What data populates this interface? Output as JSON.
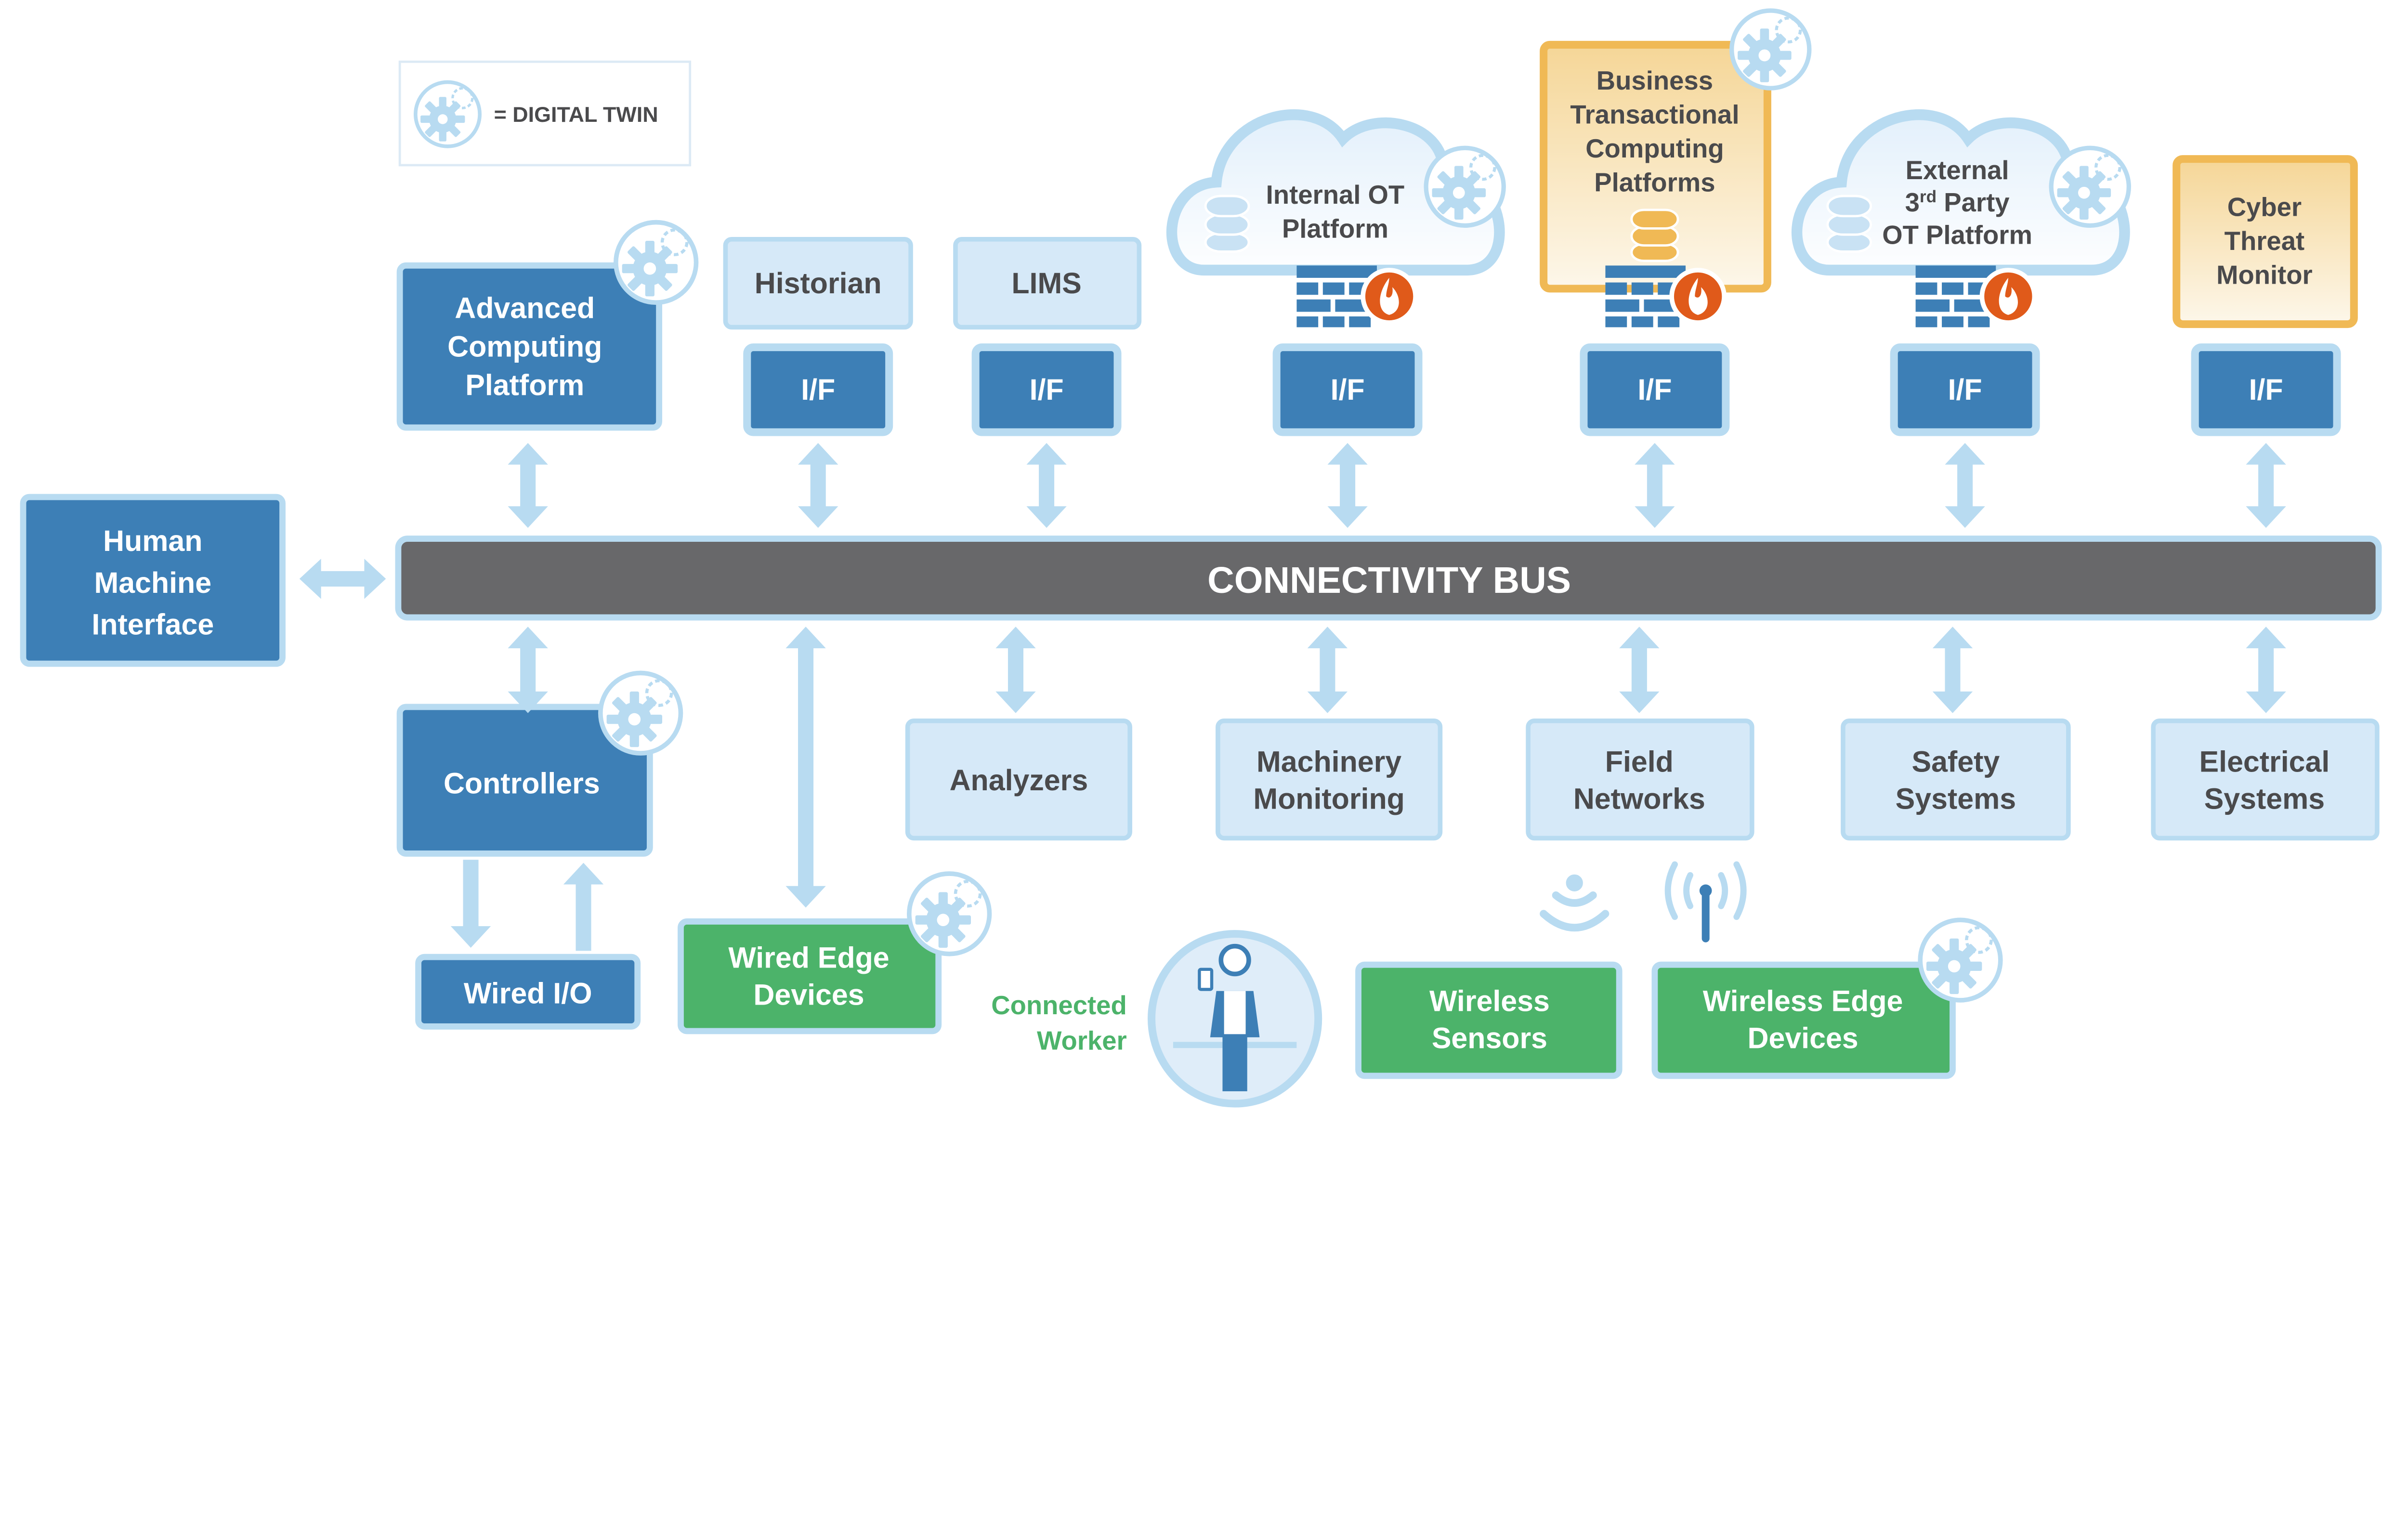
{
  "legend": {
    "label": "= DIGITAL TWIN",
    "icon": "digital-twin-gears-icon"
  },
  "nodes": {
    "advanced": [
      "Advanced",
      "Computing",
      "Platform"
    ],
    "historian": "Historian",
    "lims": "LIMS",
    "internal_ot": [
      "Internal OT",
      "Platform"
    ],
    "business": [
      "Business",
      "Transactional",
      "Computing",
      "Platforms"
    ],
    "external": {
      "line1": "External",
      "num": "3",
      "sup": "rd",
      "rest": " Party",
      "line3": "OT Platform"
    },
    "cyber": [
      "Cyber",
      "Threat",
      "Monitor"
    ],
    "interfaces": [
      "I/F",
      "I/F",
      "I/F",
      "I/F",
      "I/F",
      "I/F"
    ],
    "bus": "CONNECTIVITY BUS",
    "hmi": [
      "Human",
      "Machine",
      "Interface"
    ],
    "controllers": "Controllers",
    "wired_io": "Wired I/O",
    "analyzers": "Analyzers",
    "machinery": [
      "Machinery",
      "Monitoring"
    ],
    "field": [
      "Field",
      "Networks"
    ],
    "safety": [
      "Safety",
      "Systems"
    ],
    "electrical": [
      "Electrical",
      "Systems"
    ],
    "wired_edge": [
      "Wired Edge",
      "Devices"
    ],
    "connected_worker": [
      "Connected",
      "Worker"
    ],
    "wireless_sensors": [
      "Wireless",
      "Sensors"
    ],
    "wireless_edge": [
      "Wireless Edge",
      "Devices"
    ]
  },
  "colors": {
    "dark_blue": "#3d7fb6",
    "light_blue_fill": "#d6e9f8",
    "light_blue_border": "#b8dbf1",
    "bus": "#68686a",
    "green": "#4cb36a",
    "orange_border": "#f0b955",
    "firewall_flame": "#e05a1a"
  }
}
